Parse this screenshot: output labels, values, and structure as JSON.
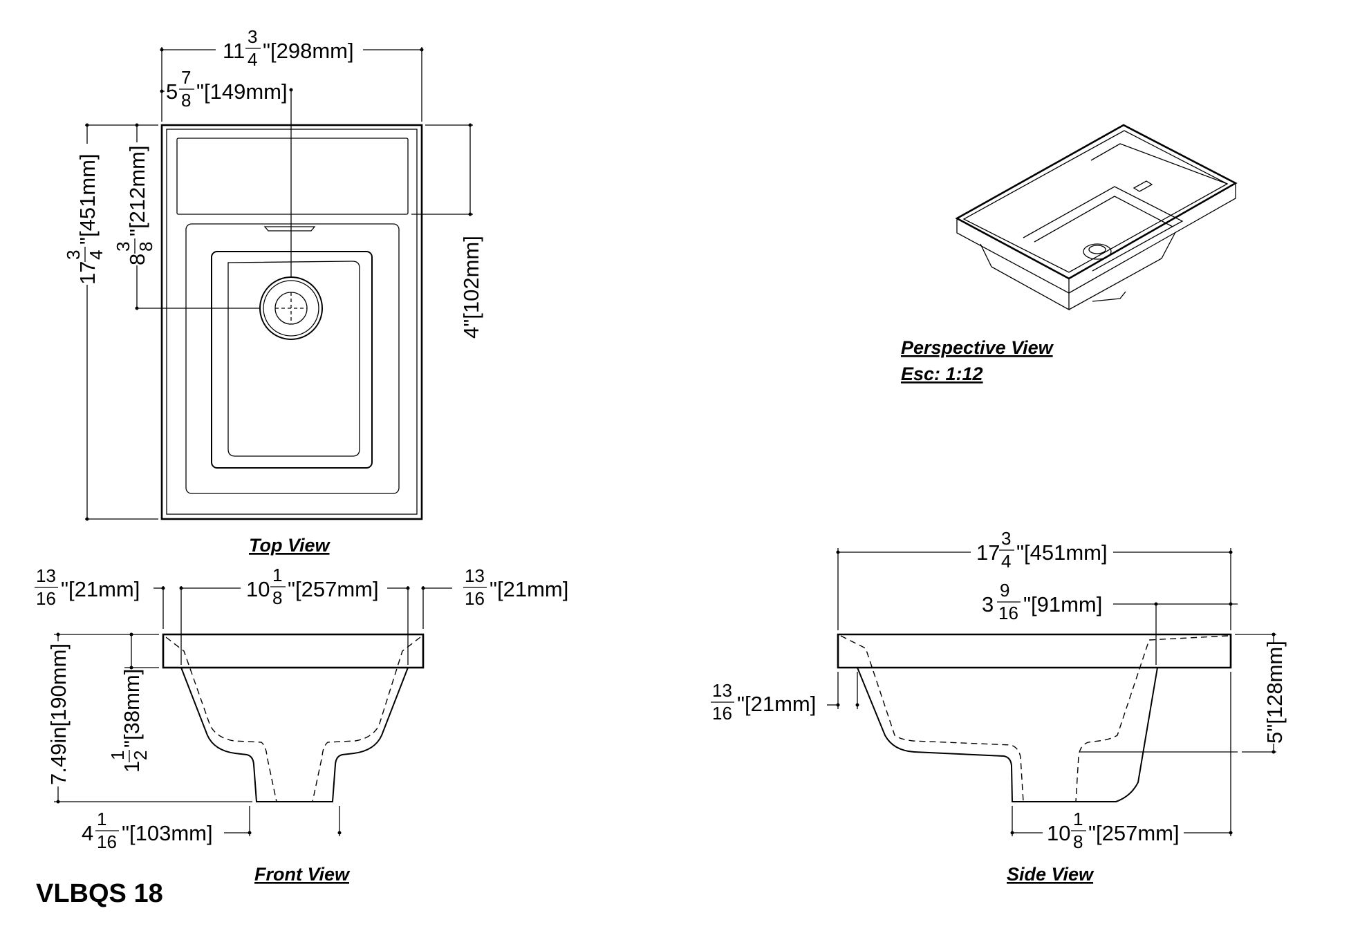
{
  "model": "VLBQS 18",
  "views": {
    "top": "Top View",
    "front": "Front View",
    "side": "Side View",
    "perspective": "Perspective View",
    "scale": "Esc: 1:12"
  },
  "dimensions": {
    "top_width": {
      "whole": "11",
      "num": "3",
      "den": "4",
      "mm": "\"[298mm]"
    },
    "top_drain_offset": {
      "whole": "5",
      "num": "7",
      "den": "8",
      "mm": "\"[149mm]"
    },
    "top_depth": {
      "whole": "17",
      "num": "3",
      "den": "4",
      "mm": "\"[451mm]"
    },
    "top_drain_depth": {
      "whole": "8",
      "num": "3",
      "den": "8",
      "mm": "\"[212mm]"
    },
    "top_shelf": {
      "text": "4\"[102mm]"
    },
    "front_rim_left": {
      "num": "13",
      "den": "16",
      "mm": "\"[21mm]"
    },
    "front_bowl": {
      "whole": "10",
      "num": "1",
      "den": "8",
      "mm": "\"[257mm]"
    },
    "front_rim_right": {
      "num": "13",
      "den": "16",
      "mm": "\"[21mm]"
    },
    "front_height": {
      "text": "7.49in[190mm]"
    },
    "front_rim_height": {
      "whole": "1",
      "num": "1",
      "den": "2",
      "mm": "\"[38mm]"
    },
    "front_drain": {
      "whole": "4",
      "num": "1",
      "den": "16",
      "mm": "\"[103mm]"
    },
    "side_width": {
      "whole": "17",
      "num": "3",
      "den": "4",
      "mm": "\"[451mm]"
    },
    "side_shelf": {
      "whole": "3",
      "num": "9",
      "den": "16",
      "mm": "\"[91mm]"
    },
    "side_rim": {
      "num": "13",
      "den": "16",
      "mm": "\"[21mm]"
    },
    "side_height": {
      "text": "5\"[128mm]"
    },
    "side_bowl": {
      "whole": "10",
      "num": "1",
      "den": "8",
      "mm": "\"[257mm]"
    }
  }
}
